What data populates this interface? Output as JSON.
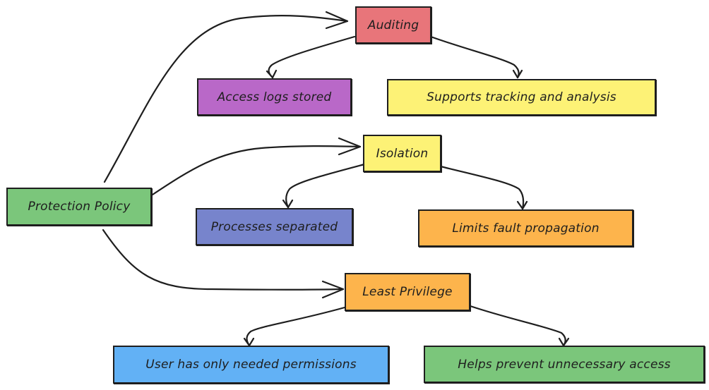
{
  "diagram": {
    "root": {
      "label": "Protection Policy",
      "color": "#7bc67b"
    },
    "branches": [
      {
        "label": "Auditing",
        "color": "#e8757a",
        "children": [
          {
            "label": "Access logs stored",
            "color": "#b968c8"
          },
          {
            "label": "Supports tracking and analysis",
            "color": "#fdf276"
          }
        ]
      },
      {
        "label": "Isolation",
        "color": "#fdf276",
        "children": [
          {
            "label": "Processes separated",
            "color": "#7784cc"
          },
          {
            "label": "Limits fault propagation",
            "color": "#fdb44c"
          }
        ]
      },
      {
        "label": "Least Privilege",
        "color": "#fdb44c",
        "children": [
          {
            "label": "User has only needed permissions",
            "color": "#62b1f5"
          },
          {
            "label": "Helps prevent unnecessary access",
            "color": "#7bc67b"
          }
        ]
      }
    ]
  }
}
